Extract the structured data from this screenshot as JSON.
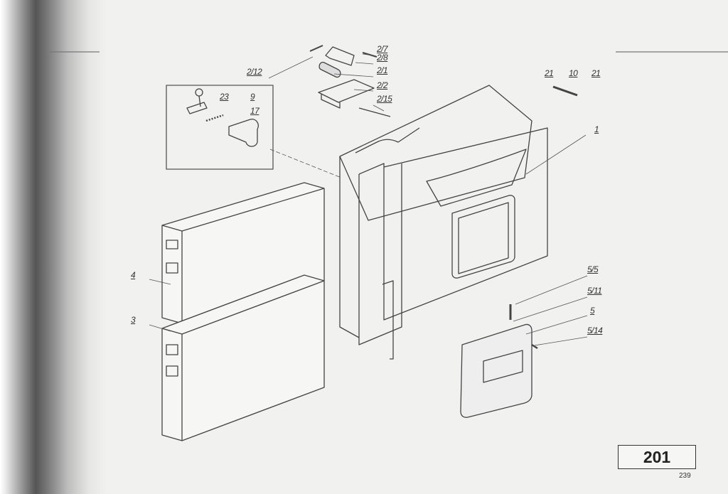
{
  "diagram": {
    "part_labels": [
      "2/12",
      "2/7",
      "2/8",
      "2/1",
      "2/2",
      "2/15",
      "23",
      "9",
      "17",
      "21",
      "10",
      "21",
      "1",
      "4",
      "3",
      "5/5",
      "5/11",
      "5",
      "5/14"
    ]
  },
  "figure_number": "201",
  "page_number": "239"
}
